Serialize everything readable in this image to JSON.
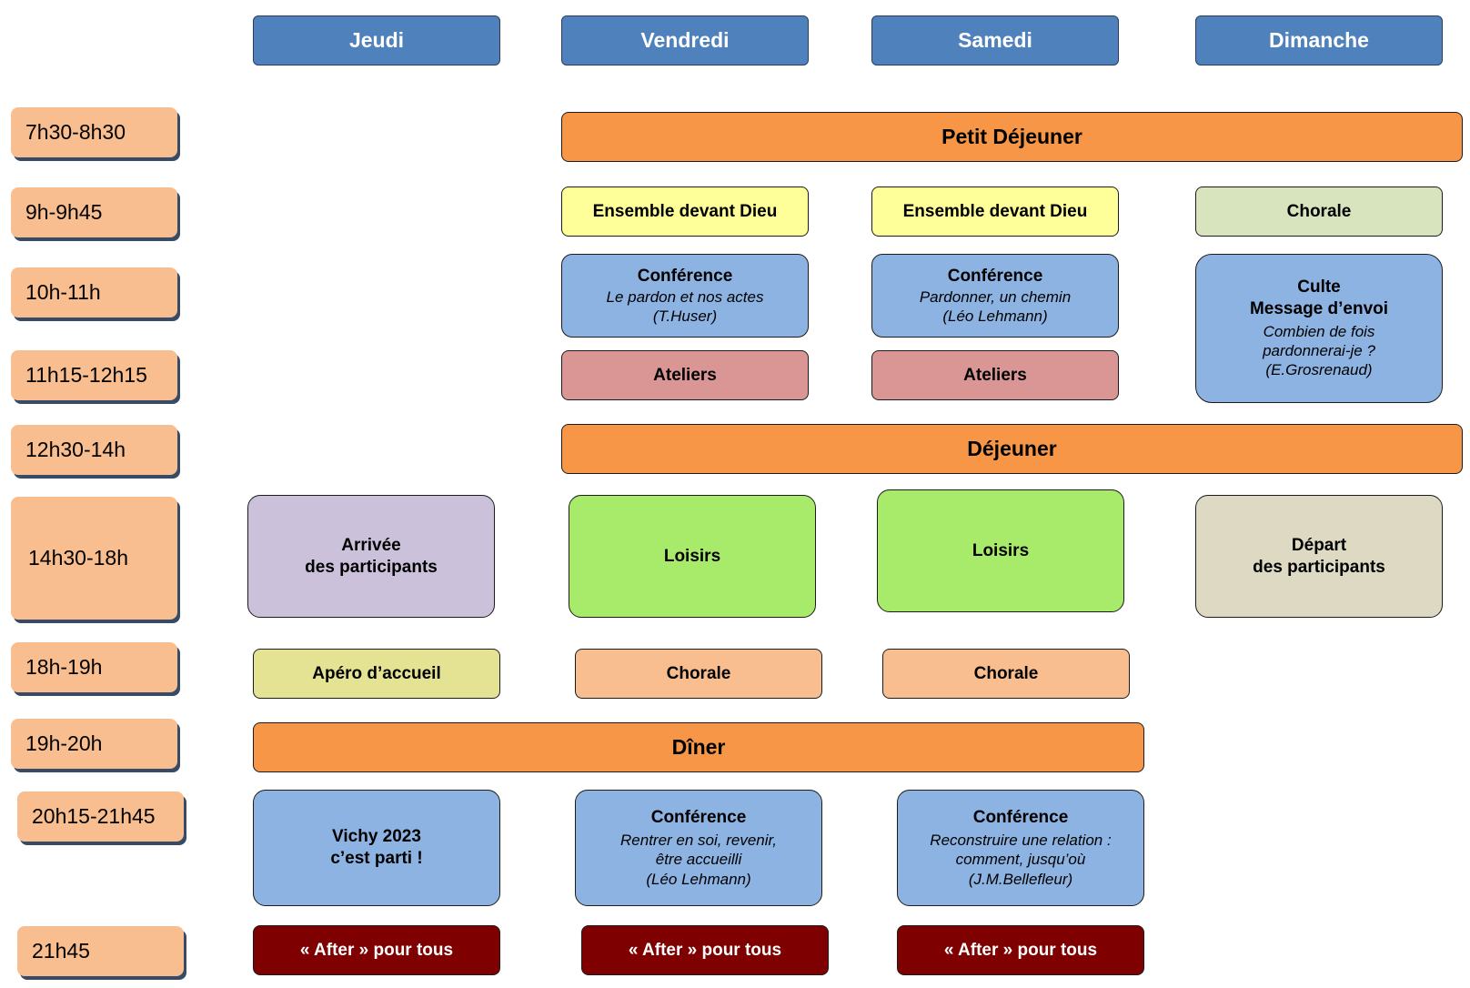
{
  "days": [
    "Jeudi",
    "Vendredi",
    "Samedi",
    "Dimanche"
  ],
  "times": [
    "7h30-8h30",
    "9h-9h45",
    "10h-11h",
    "11h15-12h15",
    "12h30-14h",
    "14h30-18h",
    "18h-19h",
    "19h-20h",
    "20h15-21h45",
    "21h45"
  ],
  "events": {
    "petit_dejeuner": "Petit Déjeuner",
    "ensemble_ven": "Ensemble devant Dieu",
    "ensemble_sam": "Ensemble devant Dieu",
    "chorale_dim": "Chorale",
    "conf_ven": {
      "title": "Conférence",
      "line1": "Le pardon et nos actes",
      "line2": "(T.Huser)"
    },
    "conf_sam": {
      "title": "Conférence",
      "line1": "Pardonner, un chemin",
      "line2": "(Léo Lehmann)"
    },
    "culte_dim": {
      "title1": "Culte",
      "title2": "Message d’envoi",
      "line1": "Combien de fois",
      "line2": "pardonnerai-je ?",
      "line3": "(E.Grosrenaud)"
    },
    "ateliers_ven": "Ateliers",
    "ateliers_sam": "Ateliers",
    "dejeuner": "Déjeuner",
    "arrivee": {
      "line1": "Arrivée",
      "line2": "des participants"
    },
    "loisirs_ven": "Loisirs",
    "loisirs_sam": "Loisirs",
    "depart": {
      "line1": "Départ",
      "line2": "des participants"
    },
    "apero": "Apéro d’accueil",
    "chorale_ven": "Chorale",
    "chorale_sam": "Chorale",
    "diner": "Dîner",
    "vichy": {
      "line1": "Vichy 2023",
      "line2": "c’est parti !"
    },
    "conf_ven_soir": {
      "title": "Conférence",
      "line1": "Rentrer en soi, revenir,",
      "line2": "être accueilli",
      "line3": "(Léo Lehmann)"
    },
    "conf_sam_soir": {
      "title": "Conférence",
      "line1": "Reconstruire une relation :",
      "line2": "comment, jusqu’où",
      "line3": "(J.M.Bellefleur)"
    },
    "after_jeu": "« After » pour tous",
    "after_ven": "« After » pour tous",
    "after_sam": "« After » pour tous"
  }
}
